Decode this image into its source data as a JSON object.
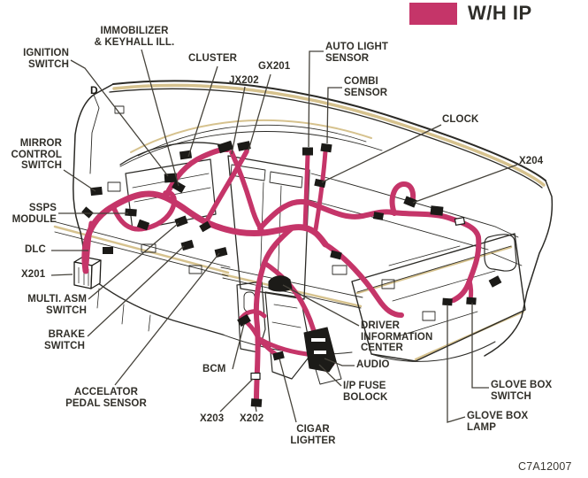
{
  "legend": {
    "swatch_color": "#C53569",
    "label": "W/H IP"
  },
  "figure_code": "C7A12007",
  "marker": "D",
  "colors": {
    "harness": "#C53569",
    "line_art": "#2b2a26",
    "tan_shading": "#d6c28e",
    "leader_line": "#45423a",
    "label_text": "#32302a"
  },
  "labels": {
    "ignition_switch": "IGNITION\nSWITCH",
    "immobilizer": "IMMOBILIZER\n& KEYHALL ILL.",
    "cluster": "CLUSTER",
    "jx202": "JX202",
    "gx201": "GX201",
    "auto_light_sensor": "AUTO LIGHT\nSENSOR",
    "combi_sensor": "COMBI\nSENSOR",
    "clock": "CLOCK",
    "x204": "X204",
    "mirror_control_switch": "MIRROR\nCONTROL\nSWITCH",
    "ssps_module": "SSPS\nMODULE",
    "dlc": "DLC",
    "x201": "X201",
    "multi_asm_switch": "MULTI. ASM\nSWITCH",
    "brake_switch": "BRAKE\nSWITCH",
    "accelator_pedal_sensor": "ACCELATOR\nPEDAL SENSOR",
    "bcm": "BCM",
    "x203": "X203",
    "x202": "X202",
    "cigar_lighter": "CIGAR\nLIGHTER",
    "audio": "AUDIO",
    "ip_fuse_bolock": "I/P FUSE\nBOLOCK",
    "driver_information_center": "DRIVER\nINFORMATION\nCENTER",
    "glove_box_switch": "GLOVE BOX\nSWITCH",
    "glove_box_lamp": "GLOVE BOX\nLAMP"
  }
}
